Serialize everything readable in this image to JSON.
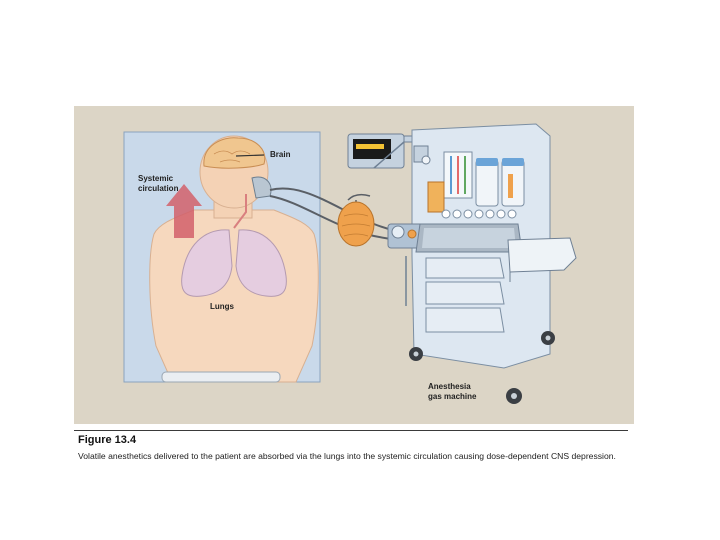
{
  "figure": {
    "labels": {
      "brain": "Brain",
      "systemic_circulation": "Systemic\ncirculation",
      "lungs": "Lungs",
      "machine": "Anesthesia\ngas machine"
    },
    "number": "Figure 13.4",
    "caption": "Volatile anesthetics delivered to the patient are absorbed via the lungs into the systemic circulation causing dose-dependent CNS depression."
  },
  "colors": {
    "panel_bg": "#dcd5c6",
    "patient_panel": "#c9d9ea",
    "machine": "#dde7f1",
    "accent_orange": "#e8a04b",
    "arrow_red": "#d2606b"
  }
}
